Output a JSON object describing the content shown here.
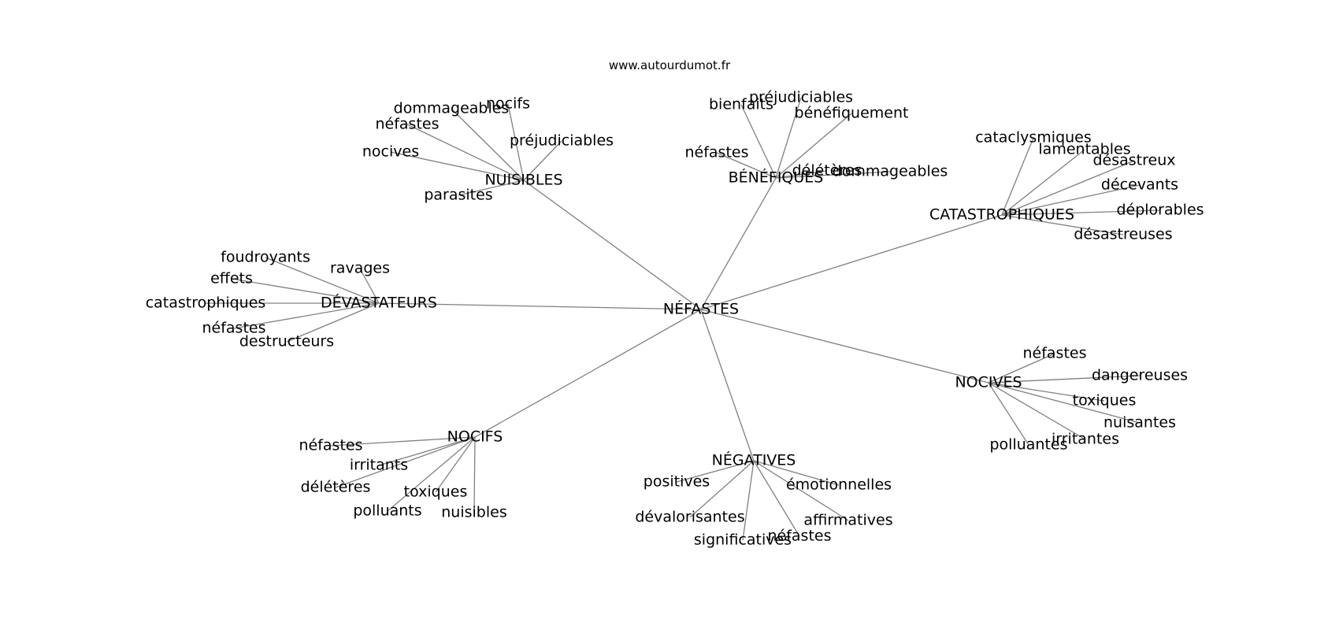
{
  "site": "www.autourdumot.fr",
  "center": "NÉFASTES",
  "clusters": [
    {
      "hub": "NUISIBLES",
      "leaves": [
        "dommageables",
        "nocifs",
        "néfastes",
        "préjudiciables",
        "nocives",
        "parasites"
      ]
    },
    {
      "hub": "BÉNÉFIQUES",
      "leaves": [
        "bienfaits",
        "préjudiciables",
        "bénéfiquement",
        "néfastes",
        "délétères",
        "dommageables"
      ]
    },
    {
      "hub": "CATASTROPHIQUES",
      "leaves": [
        "cataclysmiques",
        "lamentables",
        "désastreux",
        "décevants",
        "déplorables",
        "désastreuses"
      ]
    },
    {
      "hub": "DÉVASTATEURS",
      "leaves": [
        "foudroyants",
        "ravages",
        "effets",
        "catastrophiques",
        "néfastes",
        "destructeurs"
      ]
    },
    {
      "hub": "NOCIVES",
      "leaves": [
        "néfastes",
        "dangereuses",
        "toxiques",
        "nuisantes",
        "irritantes",
        "polluantes"
      ]
    },
    {
      "hub": "NOCIFS",
      "leaves": [
        "néfastes",
        "irritants",
        "délétères",
        "toxiques",
        "polluants",
        "nuisibles"
      ]
    },
    {
      "hub": "NÉGATIVES",
      "leaves": [
        "positives",
        "émotionnelles",
        "dévalorisantes",
        "affirmatives",
        "significatives",
        "néfastes"
      ]
    }
  ]
}
